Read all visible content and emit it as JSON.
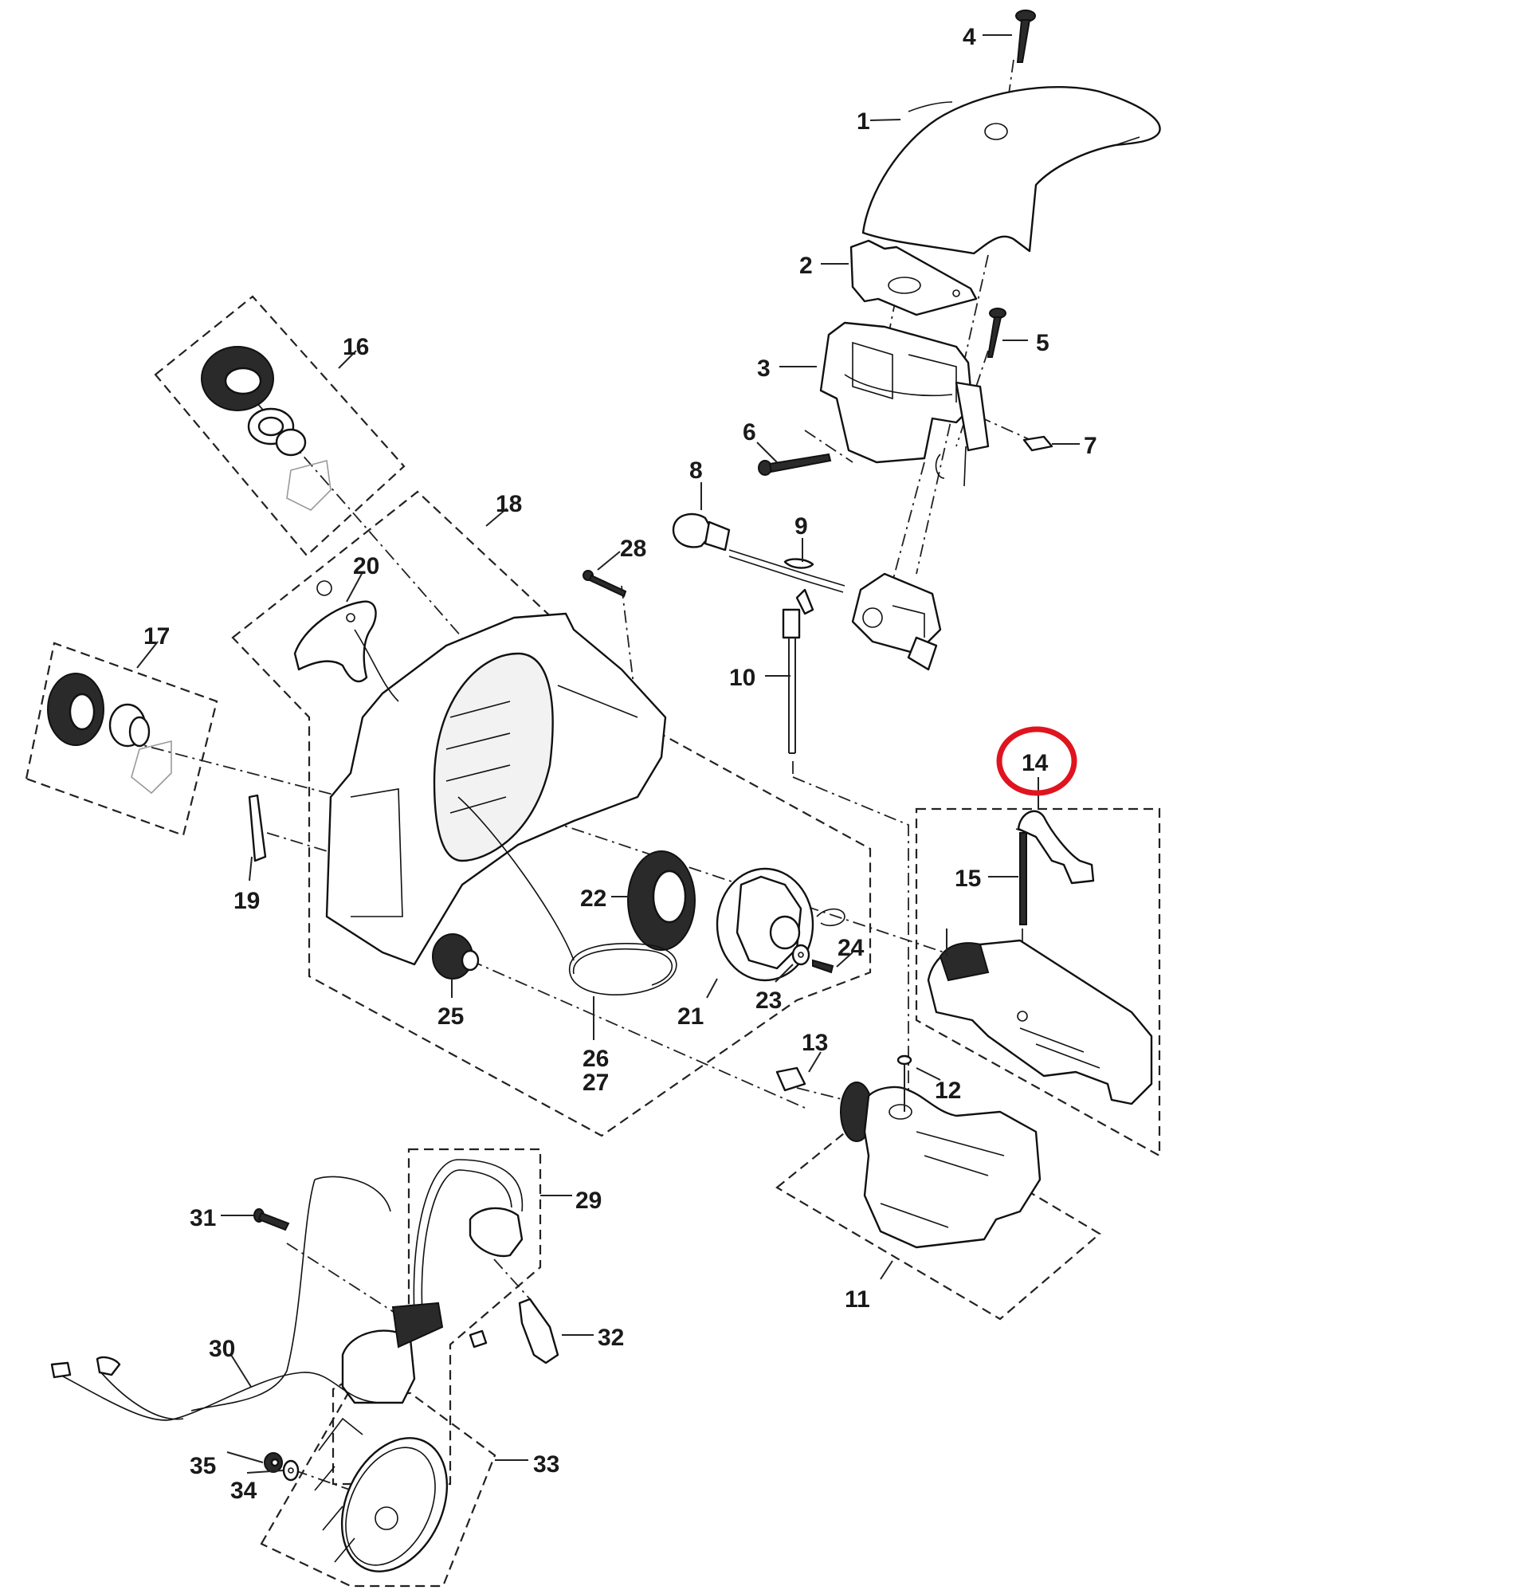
{
  "diagram": {
    "type": "exploded-parts-diagram",
    "highlight": {
      "callout": "14",
      "color": "#e0141e"
    },
    "callouts": [
      {
        "id": "1"
      },
      {
        "id": "2"
      },
      {
        "id": "3"
      },
      {
        "id": "4"
      },
      {
        "id": "5"
      },
      {
        "id": "6"
      },
      {
        "id": "7"
      },
      {
        "id": "8"
      },
      {
        "id": "9"
      },
      {
        "id": "10"
      },
      {
        "id": "11"
      },
      {
        "id": "12"
      },
      {
        "id": "13"
      },
      {
        "id": "14"
      },
      {
        "id": "15"
      },
      {
        "id": "16"
      },
      {
        "id": "17"
      },
      {
        "id": "18"
      },
      {
        "id": "19"
      },
      {
        "id": "20"
      },
      {
        "id": "21"
      },
      {
        "id": "22"
      },
      {
        "id": "23"
      },
      {
        "id": "24"
      },
      {
        "id": "25"
      },
      {
        "id": "26"
      },
      {
        "id": "27"
      },
      {
        "id": "28"
      },
      {
        "id": "29"
      },
      {
        "id": "30"
      },
      {
        "id": "31"
      },
      {
        "id": "32"
      },
      {
        "id": "33"
      },
      {
        "id": "34"
      },
      {
        "id": "35"
      }
    ],
    "colors": {
      "line": "#111111",
      "highlight": "#e0141e",
      "background": "#ffffff"
    }
  }
}
